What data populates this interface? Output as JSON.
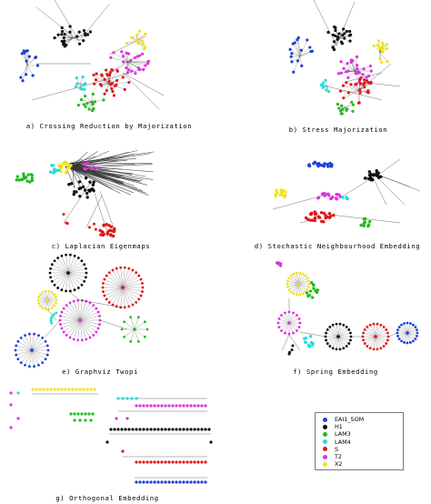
{
  "captions": {
    "a": "a) Crossing Reduction by Majorization",
    "b": "b) Stress Majorization",
    "c": "c) Laplacian Eigenmaps",
    "d": "d) Stochastic Neighbourhood Embedding",
    "e": "e) Graphviz Twopi",
    "f": "f) Spring Embedding",
    "g": "g) Orthogonal Embedding"
  },
  "colors": {
    "EAI1_SOM": "#2040d0",
    "H1": "#111111",
    "LAM3": "#22bb22",
    "LAM4": "#22dddd",
    "S": "#dd1a1a",
    "T2": "#dd33dd",
    "X2": "#f2e21c",
    "edge": "#333333"
  },
  "legend": [
    {
      "label": "EAI1_SOM",
      "color": "#2040d0"
    },
    {
      "label": "H1",
      "color": "#111111"
    },
    {
      "label": "LAM3",
      "color": "#22bb22"
    },
    {
      "label": "LAM4",
      "color": "#22dddd"
    },
    {
      "label": "S",
      "color": "#dd1a1a"
    },
    {
      "label": "T2",
      "color": "#dd33dd"
    },
    {
      "label": "X2",
      "color": "#f2e21c"
    }
  ]
}
